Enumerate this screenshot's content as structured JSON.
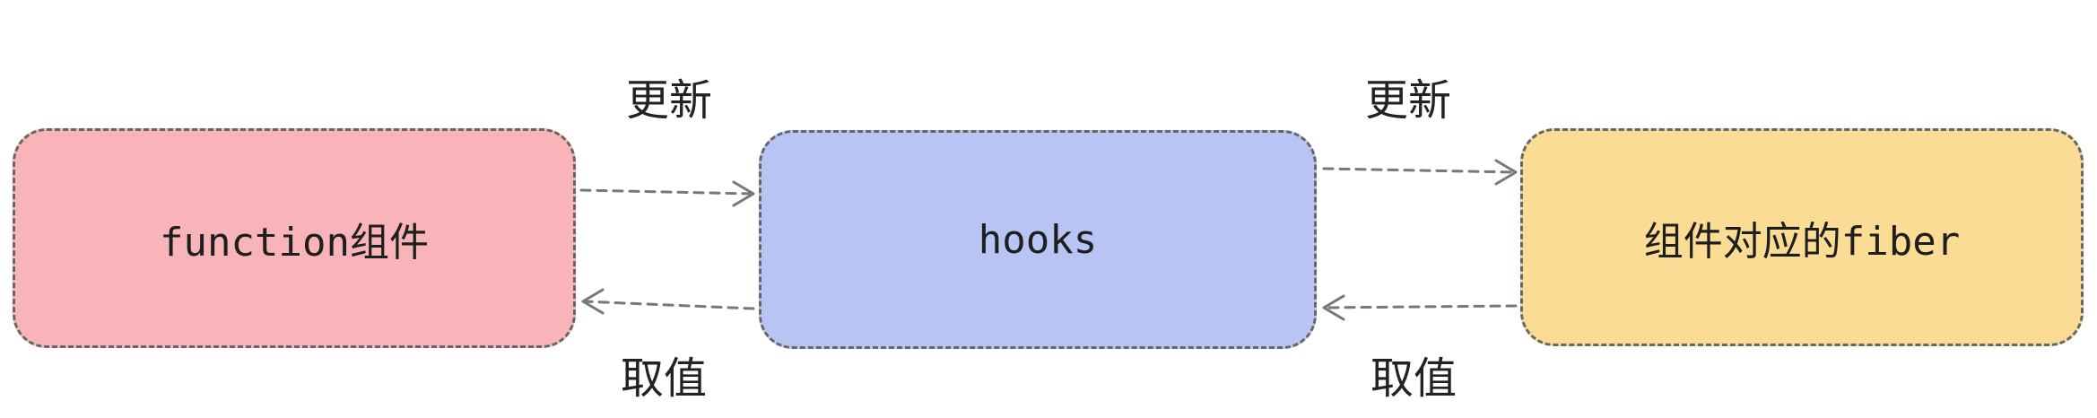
{
  "nodes": {
    "function_component": {
      "label": "function组件",
      "color": "#f8b4b8"
    },
    "hooks": {
      "label": "hooks",
      "color": "#b8c4f3"
    },
    "fiber": {
      "label": "组件对应的fiber",
      "color": "#fbdc94"
    }
  },
  "edges": {
    "update_1": {
      "label": "更新",
      "from": "function组件",
      "to": "hooks"
    },
    "get_1": {
      "label": "取值",
      "from": "hooks",
      "to": "function组件"
    },
    "update_2": {
      "label": "更新",
      "from": "hooks",
      "to": "组件对应的fiber"
    },
    "get_2": {
      "label": "取值",
      "from": "组件对应的fiber",
      "to": "hooks"
    }
  },
  "style": {
    "border_color": "#666666",
    "arrow_color": "#777777",
    "text_color": "#1e1e1e"
  }
}
